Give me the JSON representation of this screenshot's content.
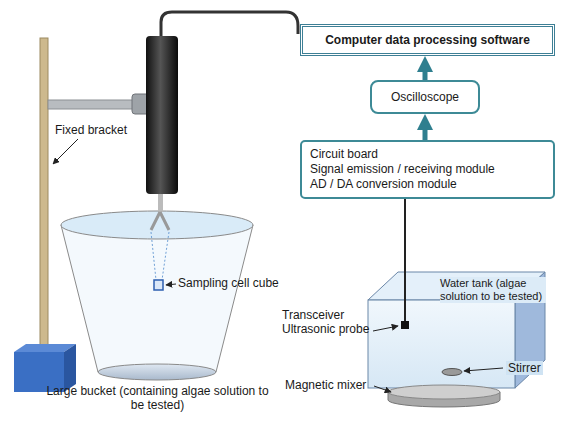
{
  "diagram": {
    "nodes": [
      {
        "text": [
          "Computer data processing software"
        ]
      },
      {
        "text": [
          "Oscilloscope"
        ]
      },
      {
        "text": [
          "Circuit board",
          "Signal emission / receiving module",
          "AD / DA conversion module"
        ]
      },
      {
        "text": [
          "Water tank (algae solution to be tested)"
        ]
      }
    ],
    "edges": [
      {
        "from": 2,
        "to": 1,
        "arrow": "to"
      },
      {
        "from": 1,
        "to": 0,
        "arrow": "to"
      },
      {
        "from": 2,
        "to": 3,
        "arrow": "none"
      }
    ],
    "labels": [
      "Fixed bracket",
      "Sampling cell cube",
      "Large bucket (containing algae solution to be tested)",
      "Transceiver Ultrasonic probe",
      "Magnetic mixer",
      "Stirrer"
    ]
  }
}
